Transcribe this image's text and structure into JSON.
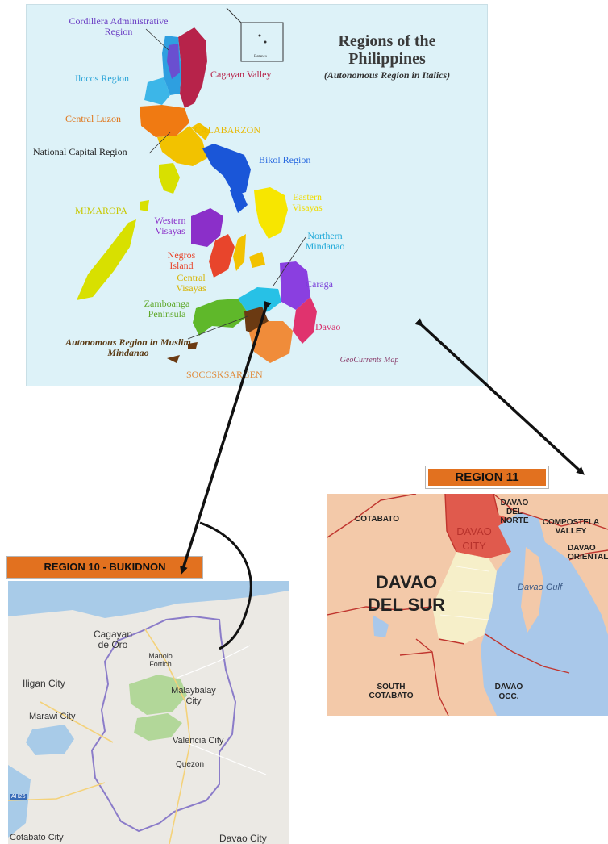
{
  "ph_map": {
    "title": "Regions of the Philippines",
    "subtitle": "(Autonomous Region in Italics)",
    "credit": "GeoCurrents Map",
    "labels": {
      "car": "Cordillera Administrative Region",
      "ilocos": "Ilocos Region",
      "cagayan": "Cagayan Valley",
      "central_luzon": "Central Luzon",
      "calabarzon": "CALABARZON",
      "ncr": "National Capital Region",
      "bikol": "Bikol Region",
      "eastern_visayas": "Eastern Visayas",
      "mimaropa": "MIMAROPA",
      "western_visayas": "Western Visayas",
      "northern_mindanao": "Northern Mindanao",
      "negros": "Negros Island",
      "central_visayas": "Central Visayas",
      "caraga": "Caraga",
      "zamboanga": "Zamboanga Peninsula",
      "armm": "Autonomous Region in Muslim Mindanao",
      "davao": "Davao",
      "soccsksargen": "SOCCSKSARGEN",
      "batanes": "Batanes"
    },
    "colors": {
      "sea": "#ddf2f8",
      "car": "#2e9fe0",
      "ilocos": "#2e9fe0",
      "cagayan": "#b7234a",
      "central_luzon": "#f07a12",
      "calabarzon": "#f2c200",
      "bikol": "#1a56d8",
      "eastern_visayas": "#f7e600",
      "mimaropa": "#d8e000",
      "western_visayas": "#8b2fc9",
      "negros": "#e8452c",
      "central_visayas": "#f2c200",
      "northern_mindanao": "#27c1e6",
      "caraga": "#8a3fe0",
      "zamboanga": "#5fb82a",
      "armm": "#6b3a12",
      "davao": "#e0336e",
      "soccsksargen": "#f08c3a"
    }
  },
  "region11": {
    "badge": "REGION 11",
    "labels": {
      "cotabato": "COTABATO",
      "davao_city": "DAVAO CITY",
      "davao_del_norte": "DAVAO DEL NORTE",
      "compostela": "COMPOSTELA VALLEY",
      "davao_oriental": "DAVAO ORIENTAL",
      "davao_del_sur": "DAVAO DEL SUR",
      "davao_gulf": "Davao Gulf",
      "south_cotabato": "SOUTH COTABATO",
      "davao_occ": "DAVAO OCC."
    },
    "colors": {
      "land": "#f3c9a9",
      "highlight": "#e05a4d",
      "del_sur": "#f6efc9",
      "water": "#a9c8ea",
      "border": "#c0352e"
    }
  },
  "region10": {
    "badge": "REGION 10 -  BUKIDNON",
    "labels": {
      "cagayan_de_oro": "Cagayan de Oro",
      "manolo": "Manolo Fortich",
      "iligan": "Iligan City",
      "marawi": "Marawi City",
      "malaybalay": "Malaybalay City",
      "valencia": "Valencia City",
      "quezon": "Quezon",
      "cotabato_city": "Cotabato City",
      "davao_city": "Davao City",
      "road": "AH26"
    },
    "colors": {
      "land": "#ebe9e4",
      "water": "#a8cbe8",
      "forest": "#a8d38c",
      "boundary": "#8b7cc9"
    }
  }
}
